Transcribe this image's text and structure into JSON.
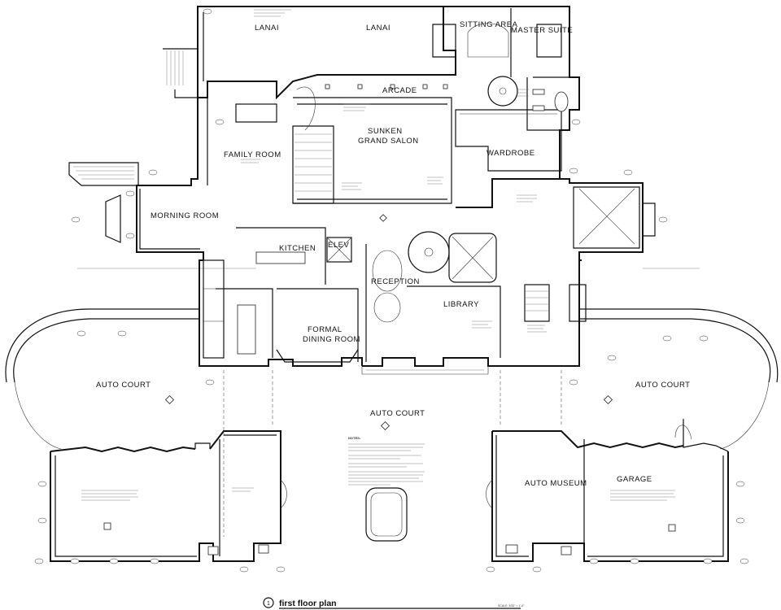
{
  "drawing": {
    "title": "first floor plan",
    "number": "1",
    "scale": "SCALE: 3/32\" = 1'-0\""
  },
  "rooms": {
    "lanai_left": "LANAI",
    "lanai_right": "LANAI",
    "sitting_area": "SITTING AREA",
    "master_suite": "MASTER SUITE",
    "arcade": "ARCADE",
    "sunken_grand_salon_1": "SUNKEN",
    "sunken_grand_salon_2": "GRAND SALON",
    "family_room": "FAMILY ROOM",
    "wardrobe": "WARDROBE",
    "morning_room": "MORNING ROOM",
    "kitchen": "KITCHEN",
    "elev": "ELEV",
    "reception": "RECEPTION",
    "library": "LIBRARY",
    "formal_dining_1": "FORMAL",
    "formal_dining_2": "DINING ROOM",
    "auto_court_left": "AUTO COURT",
    "auto_court_center": "AUTO COURT",
    "auto_court_right": "AUTO COURT",
    "auto_museum": "AUTO MUSEUM",
    "garage": "GARAGE"
  },
  "notes": {
    "heading": "NOTES:"
  }
}
